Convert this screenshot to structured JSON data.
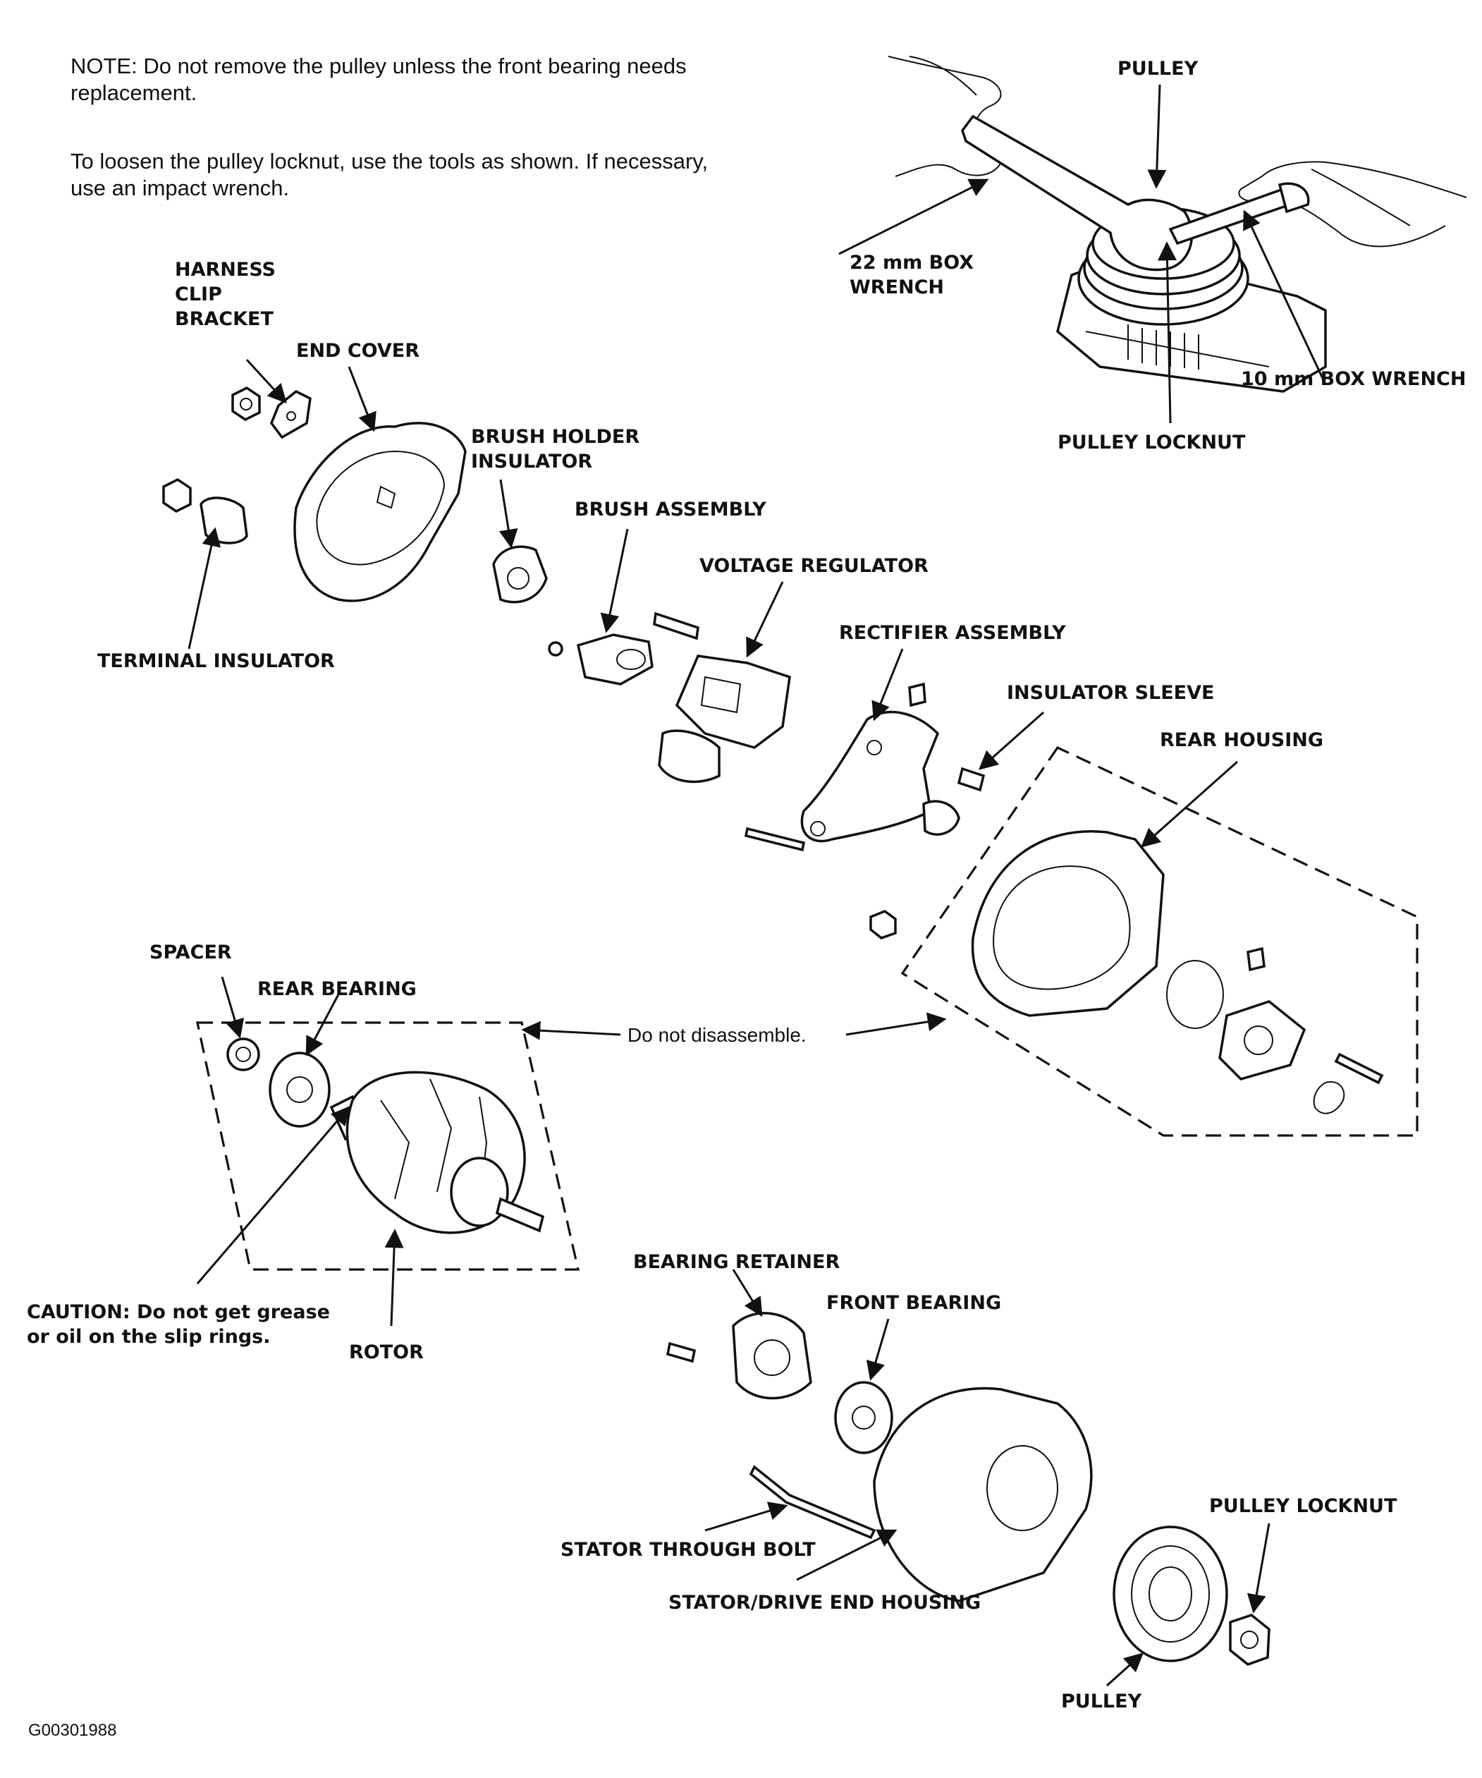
{
  "notes": {
    "note1": "NOTE: Do not remove the pulley unless the front bearing needs replacement.",
    "note2": "To loosen the pulley locknut, use the tools as shown. If necessary, use an impact wrench."
  },
  "labels": {
    "pulley_top": "PULLEY",
    "box_wrench_22": "22 mm BOX WRENCH",
    "box_wrench_10": "10 mm BOX WRENCH",
    "pulley_locknut_top": "PULLEY LOCKNUT",
    "harness_clip_bracket": "HARNESS CLIP BRACKET",
    "end_cover": "END COVER",
    "brush_holder_insulator": "BRUSH HOLDER INSULATOR",
    "brush_assembly": "BRUSH ASSEMBLY",
    "voltage_regulator": "VOLTAGE REGULATOR",
    "rectifier_assembly": "RECTIFIER ASSEMBLY",
    "insulator_sleeve": "INSULATOR SLEEVE",
    "rear_housing": "REAR HOUSING",
    "terminal_insulator": "TERMINAL INSULATOR",
    "spacer": "SPACER",
    "rear_bearing": "REAR BEARING",
    "do_not_disassemble": "Do not disassemble.",
    "caution": "CAUTION: Do not get grease or oil on the slip rings.",
    "rotor": "ROTOR",
    "bearing_retainer": "BEARING RETAINER",
    "front_bearing": "FRONT BEARING",
    "stator_through_bolt": "STATOR THROUGH BOLT",
    "stator_drive_end_housing": "STATOR/DRIVE END HOUSING",
    "pulley_locknut": "PULLEY LOCKNUT",
    "pulley": "PULLEY"
  },
  "figure_code": "G00301988"
}
